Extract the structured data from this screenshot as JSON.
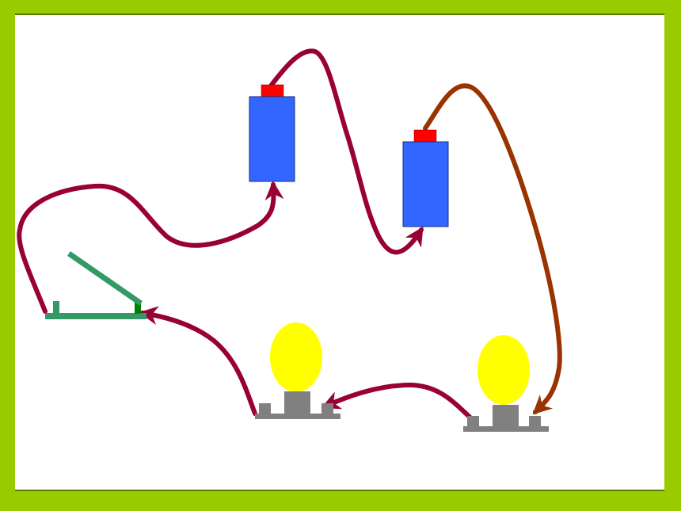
{
  "colors": {
    "frame": "#99cc00",
    "canvas": "#ffffff",
    "battery_body": "#3366ff",
    "battery_terminal": "#ff0000",
    "bulb_glass": "#ffff00",
    "bulb_base": "#808080",
    "wire_main": "#990033",
    "wire_brown": "#993300",
    "switch": "#339966",
    "switch_contact": "#008000"
  },
  "components": {
    "batteries": 2,
    "bulbs": 2,
    "switch_state": "open"
  }
}
